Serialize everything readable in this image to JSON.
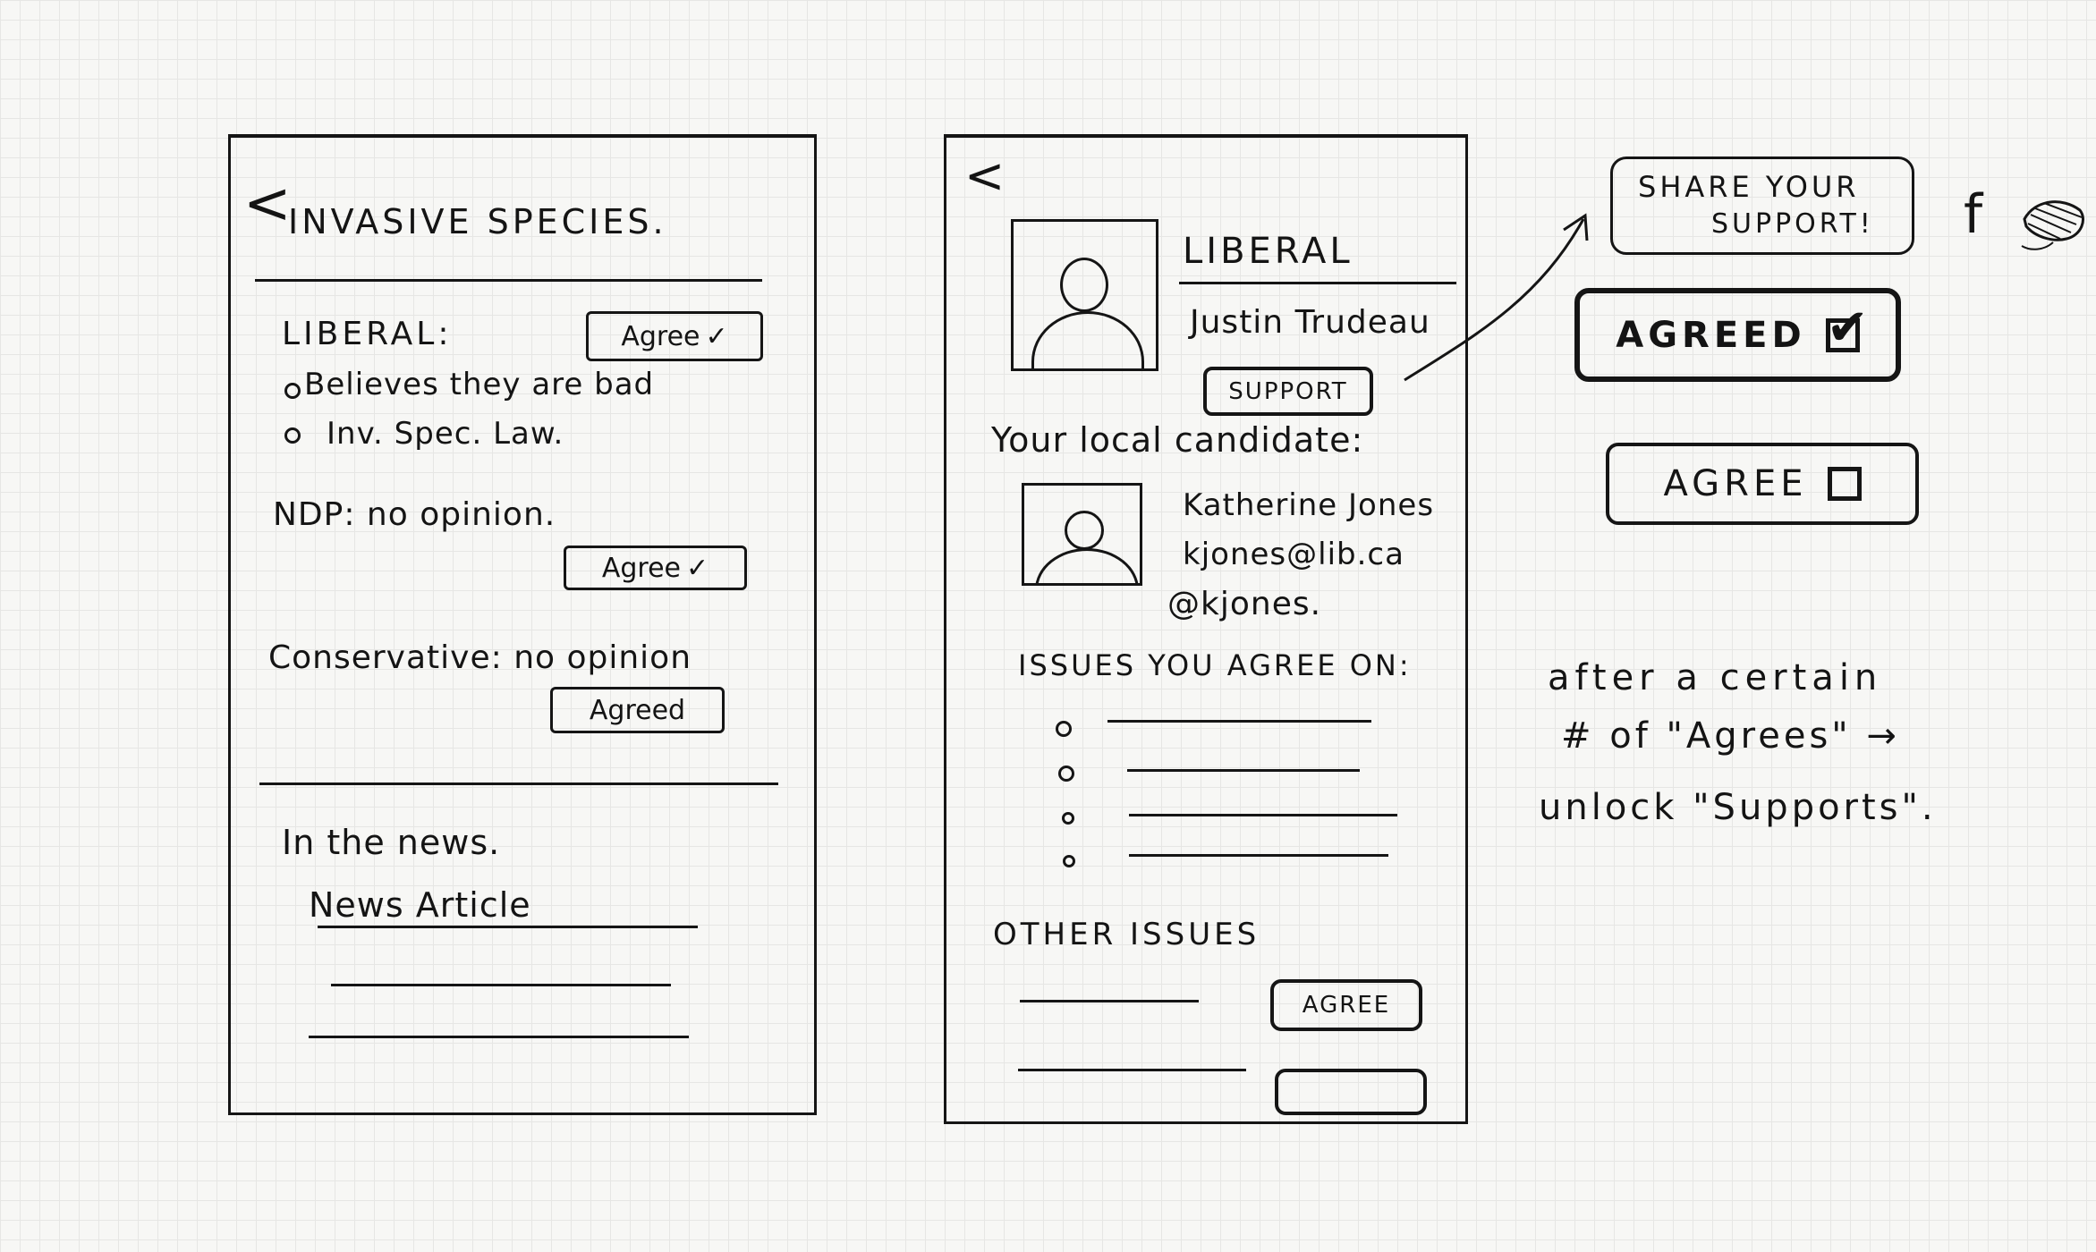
{
  "screen1": {
    "back_glyph": "<",
    "title": "INVASIVE SPECIES.",
    "parties": [
      {
        "name": "LIBERAL:",
        "bullets": [
          "Believes they are bad",
          "Inv. Spec. Law."
        ],
        "button": "Agree",
        "check": "✓"
      },
      {
        "name": "NDP: no opinion.",
        "button": "Agree",
        "check": "✓"
      },
      {
        "name": "Conservative: no opinion",
        "button": "Agreed",
        "check": ""
      }
    ],
    "news_heading": "In the news.",
    "news_article": "News Article"
  },
  "screen2": {
    "back_glyph": "<",
    "party": "LIBERAL",
    "leader": "Justin Trudeau",
    "support_button": "SUPPORT",
    "local_heading": "Your local candidate:",
    "candidate": {
      "name": "Katherine Jones",
      "email": "kjones@lib.ca",
      "handle": "@kjones."
    },
    "issues_heading": "ISSUES YOU AGREE ON:",
    "other_heading": "OTHER ISSUES",
    "other_button": "AGREE"
  },
  "annotations": {
    "share_line1": "SHARE YOUR",
    "share_line2": "SUPPORT!",
    "facebook_glyph": "f",
    "agreed_label": "AGREED",
    "agree_label": "AGREE",
    "note_line1": "after a certain",
    "note_line2": "# of \"Agrees\" →",
    "note_line3": "unlock \"Supports\"."
  },
  "icons": [
    "back-arrow-icon",
    "avatar-icon",
    "checkbox-icon",
    "checkmark-icon",
    "facebook-icon",
    "twitter-icon",
    "arrow-icon"
  ],
  "colors": {
    "ink": "#151515",
    "paper": "#f7f7f5",
    "grid": "#e6e6e4"
  }
}
